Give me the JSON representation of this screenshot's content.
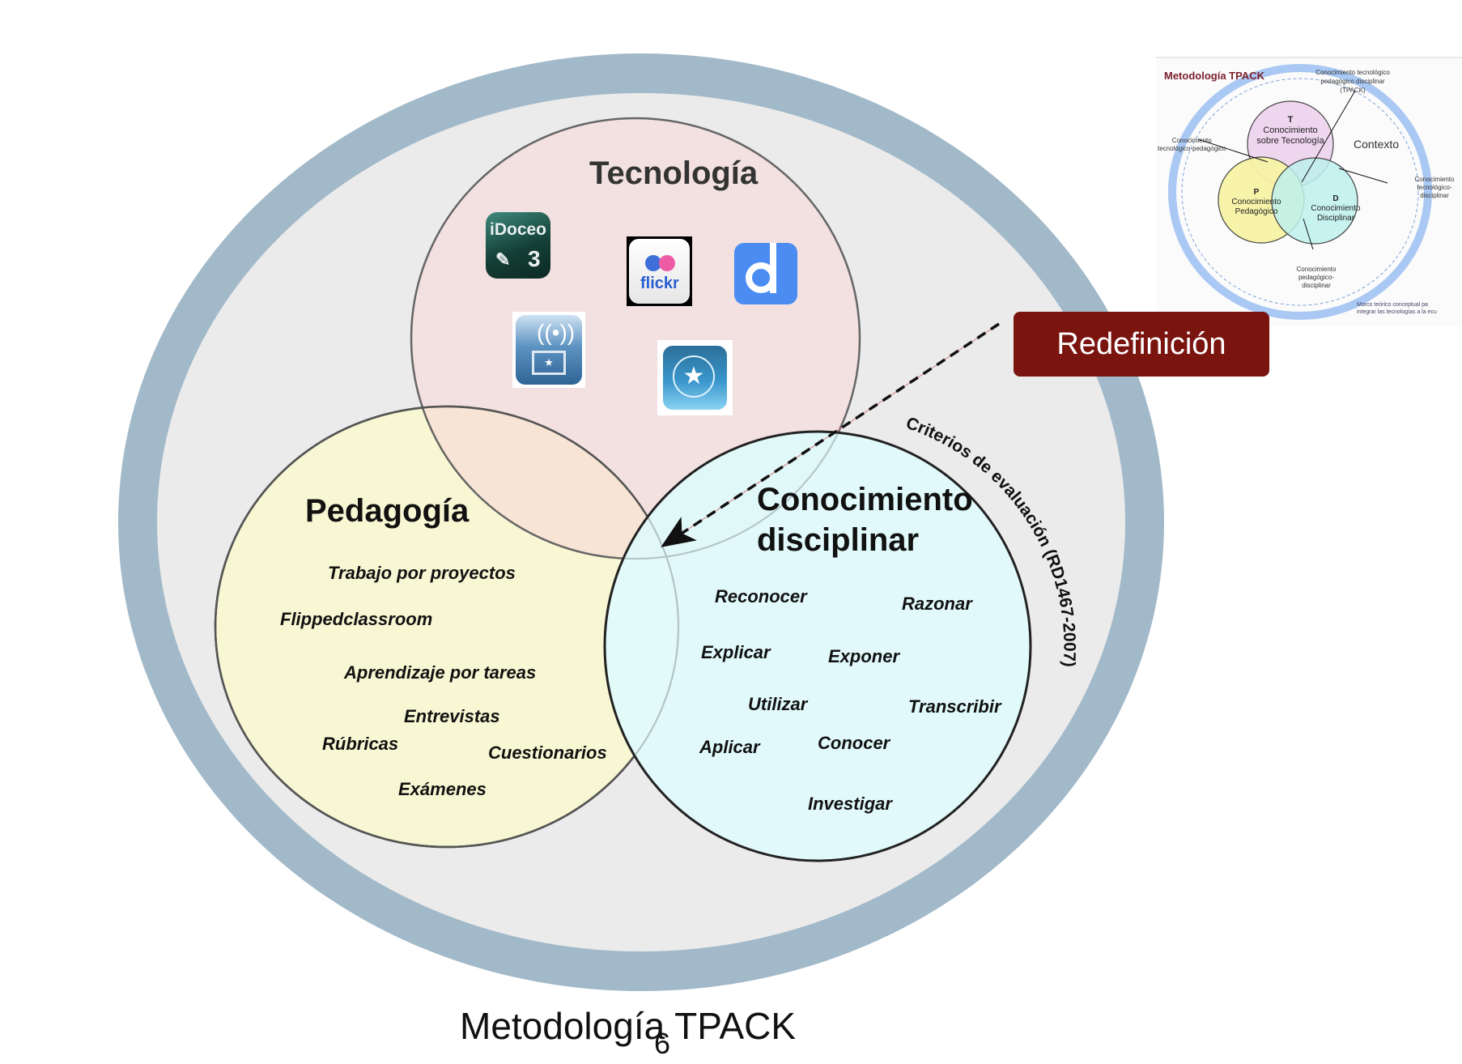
{
  "title": "Metodología TPACK",
  "page_number": "6",
  "colors": {
    "outer_ring": "#a2b9c9",
    "context_fill": "#ebebeb",
    "technology_fill": "#f3e0e0",
    "pedagogy_fill": "#f8f7d3",
    "content_fill": "#e0fafb",
    "redefinition_bg": "#7a140f"
  },
  "circles": {
    "technology": {
      "title": "Tecnología",
      "apps": [
        {
          "name": "iDoceo 3",
          "label_line1": "iDoceo",
          "label_line2": "3"
        },
        {
          "name": "Flickr",
          "label": "flickr"
        },
        {
          "name": "Diigo",
          "label": "d"
        },
        {
          "name": "AirServer",
          "label": "wifi-screen"
        },
        {
          "name": "Favorites",
          "label": "star"
        }
      ]
    },
    "pedagogy": {
      "title": "Pedagogía",
      "items": [
        "Trabajo por proyectos",
        "Flippedclassroom",
        "Aprendizaje por tareas",
        "Entrevistas",
        "Rúbricas",
        "Cuestionarios",
        "Exámenes"
      ]
    },
    "content": {
      "title_line1": "Conocimiento",
      "title_line2": "disciplinar",
      "arc_label": "Criterios de evaluación (RD1467-2007)",
      "items": [
        "Reconocer",
        "Razonar",
        "Explicar",
        "Exponer",
        "Utilizar",
        "Transcribir",
        "Aplicar",
        "Conocer",
        "Investigar"
      ]
    }
  },
  "redefinition": {
    "label": "Redefinición"
  },
  "thumbnail": {
    "title": "Metodología TPACK",
    "tpack_label": "Conocimiento tecnológico pedagógico disciplinar (TPACK)",
    "tp_label_line1": "Conocimiento",
    "tp_label_line2": "tecnológico-pedagógico",
    "context_label": "Contexto",
    "t_letter": "T",
    "t_line1": "Conocimiento",
    "t_line2": "sobre Tecnología",
    "p_letter": "P",
    "p_line1": "Conocimiento",
    "p_line2": "Pedagógico",
    "d_letter": "D",
    "d_line1": "Conocimiento",
    "d_line2": "Disciplinar",
    "td_line1": "Conocimiento",
    "td_line2": "tecnológico-",
    "td_line3": "disciplinar",
    "pd_line1": "Conocimiento",
    "pd_line2": "pedagógico-",
    "pd_line3": "disciplinar",
    "footnote_line1": "Marco teórico conceptual pa",
    "footnote_line2": "integrar las tecnologías a la ecu"
  }
}
